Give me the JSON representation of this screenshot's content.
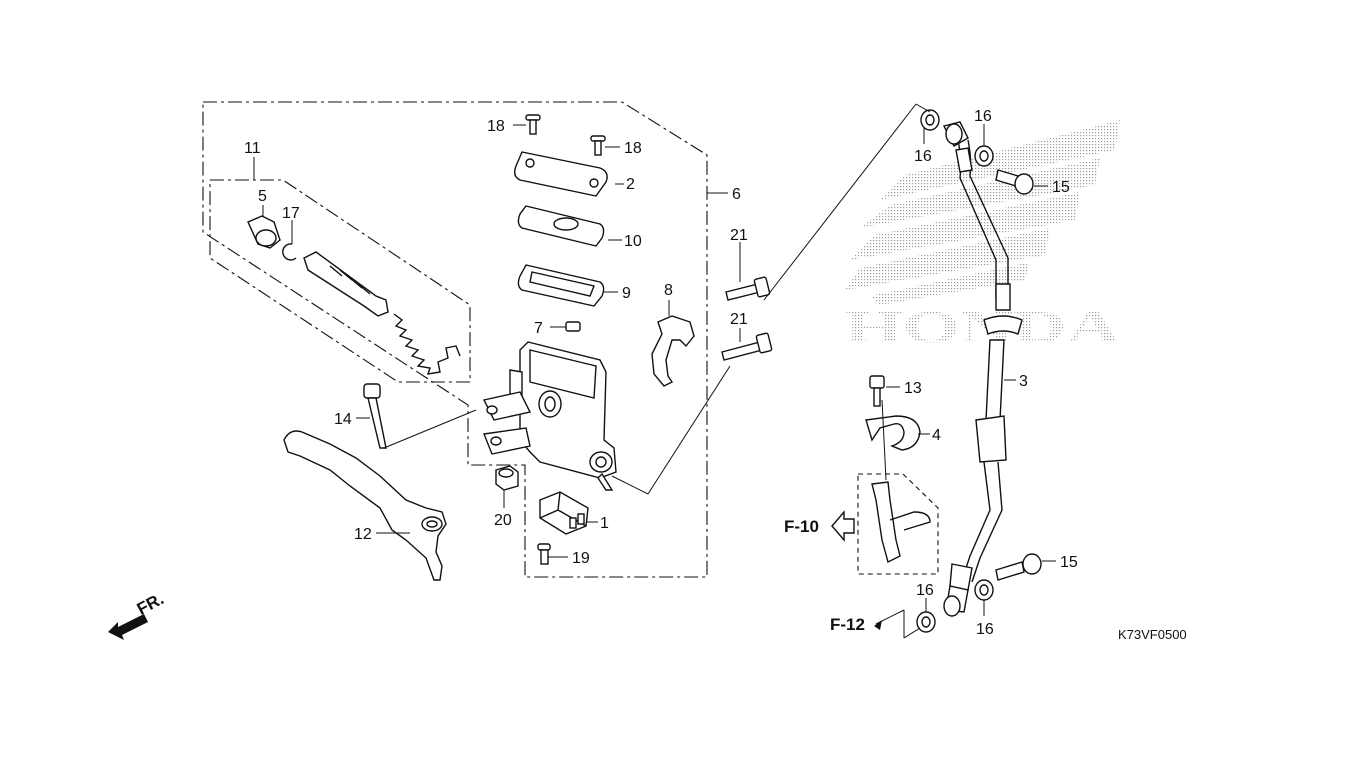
{
  "diagram": {
    "callouts": {
      "c1": "1",
      "c2": "2",
      "c3": "3",
      "c4": "4",
      "c5": "5",
      "c6": "6",
      "c7": "7",
      "c8": "8",
      "c9": "9",
      "c10": "10",
      "c11": "11",
      "c12": "12",
      "c13": "13",
      "c14": "14",
      "c15a": "15",
      "c15b": "15",
      "c16a": "16",
      "c16b": "16",
      "c16c": "16",
      "c16d": "16",
      "c17": "17",
      "c18a": "18",
      "c18b": "18",
      "c19": "19",
      "c20": "20",
      "c21a": "21",
      "c21b": "21"
    },
    "refs": {
      "f10": "F-10",
      "f12": "F-12"
    },
    "direction": "FR.",
    "watermark": "HONDA",
    "diagram_code": "K73VF0500"
  }
}
